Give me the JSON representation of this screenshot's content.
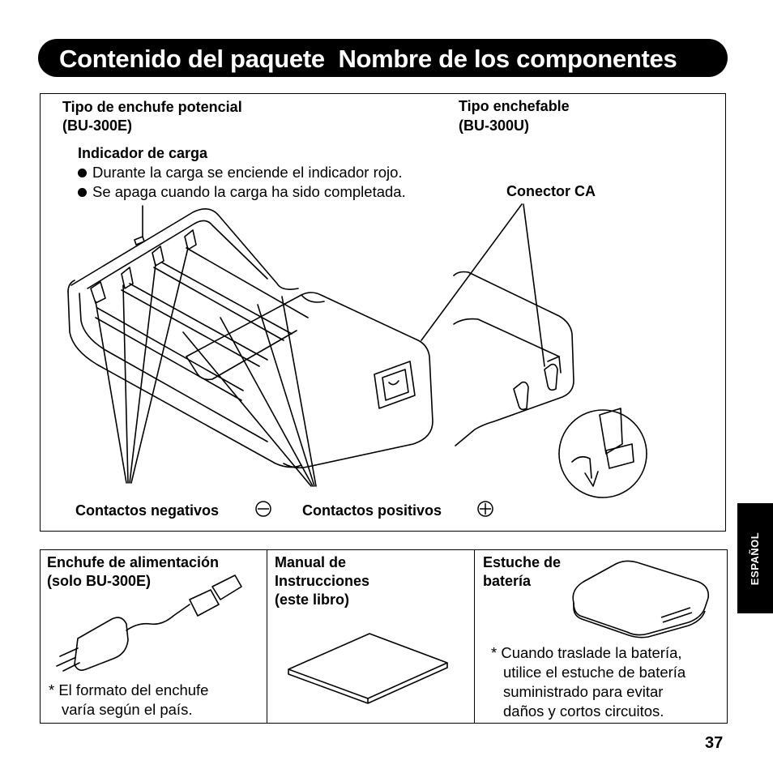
{
  "header": {
    "title": "Contenido del paquete  Nombre de los componentes"
  },
  "charger_panel": {
    "type_e_label_line1": "Tipo de enchufe potencial",
    "type_e_label_line2": "(BU-300E)",
    "type_u_label_line1": "Tipo enchefable",
    "type_u_label_line2": "(BU-300U)",
    "indicator_title": "Indicador de carga",
    "indicator_bullets": [
      "Durante la carga se enciende el indicador rojo.",
      "Se apaga cuando la carga ha sido completada."
    ],
    "ac_connector_label": "Conector CA",
    "negative_contacts_label": "Contactos negativos",
    "positive_contacts_label": "Contactos positivos"
  },
  "accessories": {
    "power_plug": {
      "title_line1": "Enchufe de alimentación",
      "title_line2": "(solo BU-300E)",
      "note_line1": "* El formato del enchufe",
      "note_line2": "varía según el país."
    },
    "manual": {
      "title_line1": "Manual de",
      "title_line2": "Instrucciones",
      "title_line3": "(este libro)"
    },
    "battery_case": {
      "title_line1": "Estuche de",
      "title_line2": "batería",
      "note_lines": [
        "* Cuando traslade la batería,",
        "utilice el estuche de batería",
        "suministrado para evitar",
        "daños y cortos circuitos."
      ]
    }
  },
  "side_tab": {
    "label": "ESPAÑOL"
  },
  "page_number": "37"
}
